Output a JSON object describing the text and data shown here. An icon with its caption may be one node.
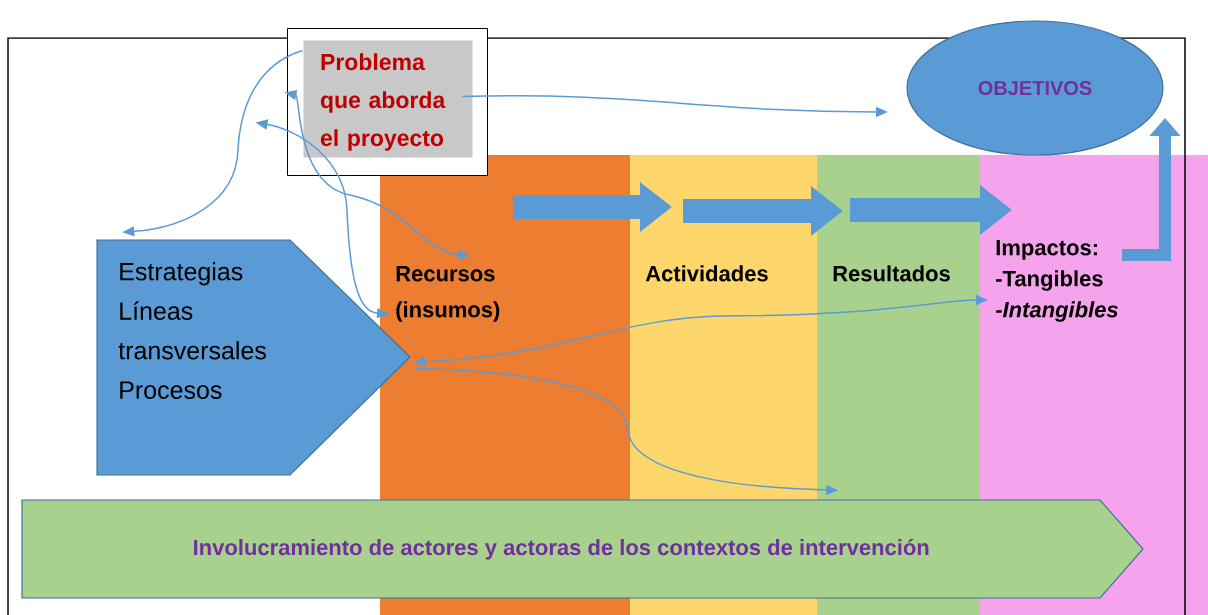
{
  "diagram": {
    "nodes": [
      {
        "text": [
          "Problema que aborda el proyecto"
        ]
      },
      {
        "text": [
          "OBJETIVOS"
        ]
      },
      {
        "text": [
          "Estrategias",
          "Líneas transversales",
          "Procesos"
        ]
      },
      {
        "text": [
          "Recursos (insumos)"
        ]
      },
      {
        "text": [
          "Actividades"
        ]
      },
      {
        "text": [
          "Resultados"
        ]
      },
      {
        "text": [
          "Impactos:",
          "-Tangibles",
          "-Intangibles"
        ]
      },
      {
        "text": [
          "Involucramiento de actores y actoras de los contextos de intervención"
        ]
      }
    ],
    "edges": [
      {
        "from": 3,
        "to": 4,
        "arrow": "to",
        "style": "thick"
      },
      {
        "from": 4,
        "to": 5,
        "arrow": "to",
        "style": "thick"
      },
      {
        "from": 5,
        "to": 6,
        "arrow": "to",
        "style": "thick"
      },
      {
        "from": 6,
        "to": 1,
        "arrow": "to",
        "style": "thick"
      },
      {
        "from": 0,
        "to": 1,
        "arrow": "to"
      },
      {
        "from": 0,
        "to": 2,
        "arrow": "to"
      },
      {
        "from": 0,
        "to": 3,
        "arrow": "both"
      },
      {
        "from": 0,
        "to": 3,
        "arrow": "both"
      },
      {
        "from": 2,
        "to": 6,
        "arrow": "both"
      },
      {
        "from": 2,
        "to": 7,
        "arrow": "to"
      }
    ]
  }
}
